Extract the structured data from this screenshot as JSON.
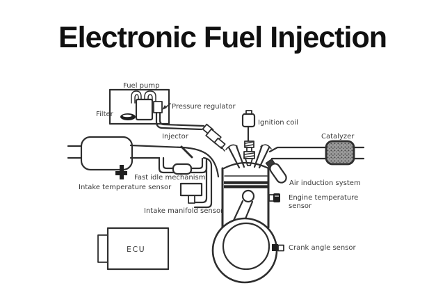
{
  "title": "Electronic Fuel Injection",
  "diagram": {
    "labels": {
      "fuel_pump": "Fuel pump",
      "filter": "Filter",
      "pressure_regulator": "Pressure regulator",
      "injector": "Injector",
      "ignition_coil": "Ignition coil",
      "catalyzer": "Catalyzer",
      "fast_idle_mechanism": "Fast idle mechanism",
      "intake_temperature_sensor": "Intake temperature sensor",
      "intake_manifold_sensor": "Intake manifold sensor",
      "air_induction_system": "Air induction system",
      "engine_temperature_sensor_line1": "Engine temperature",
      "engine_temperature_sensor_line2": "sensor",
      "crank_angle_sensor": "Crank angle sensor",
      "ecu": "ECU"
    },
    "colors": {
      "background": "#ffffff",
      "line": "#2e2e2e",
      "label_text": "#3a3a3a",
      "title_text": "#101010",
      "catalyzer_fill": "#9c9c9c",
      "catalyzer_speckle": "#4a4a4a",
      "sensor_fill": "#1f1f1f"
    }
  }
}
